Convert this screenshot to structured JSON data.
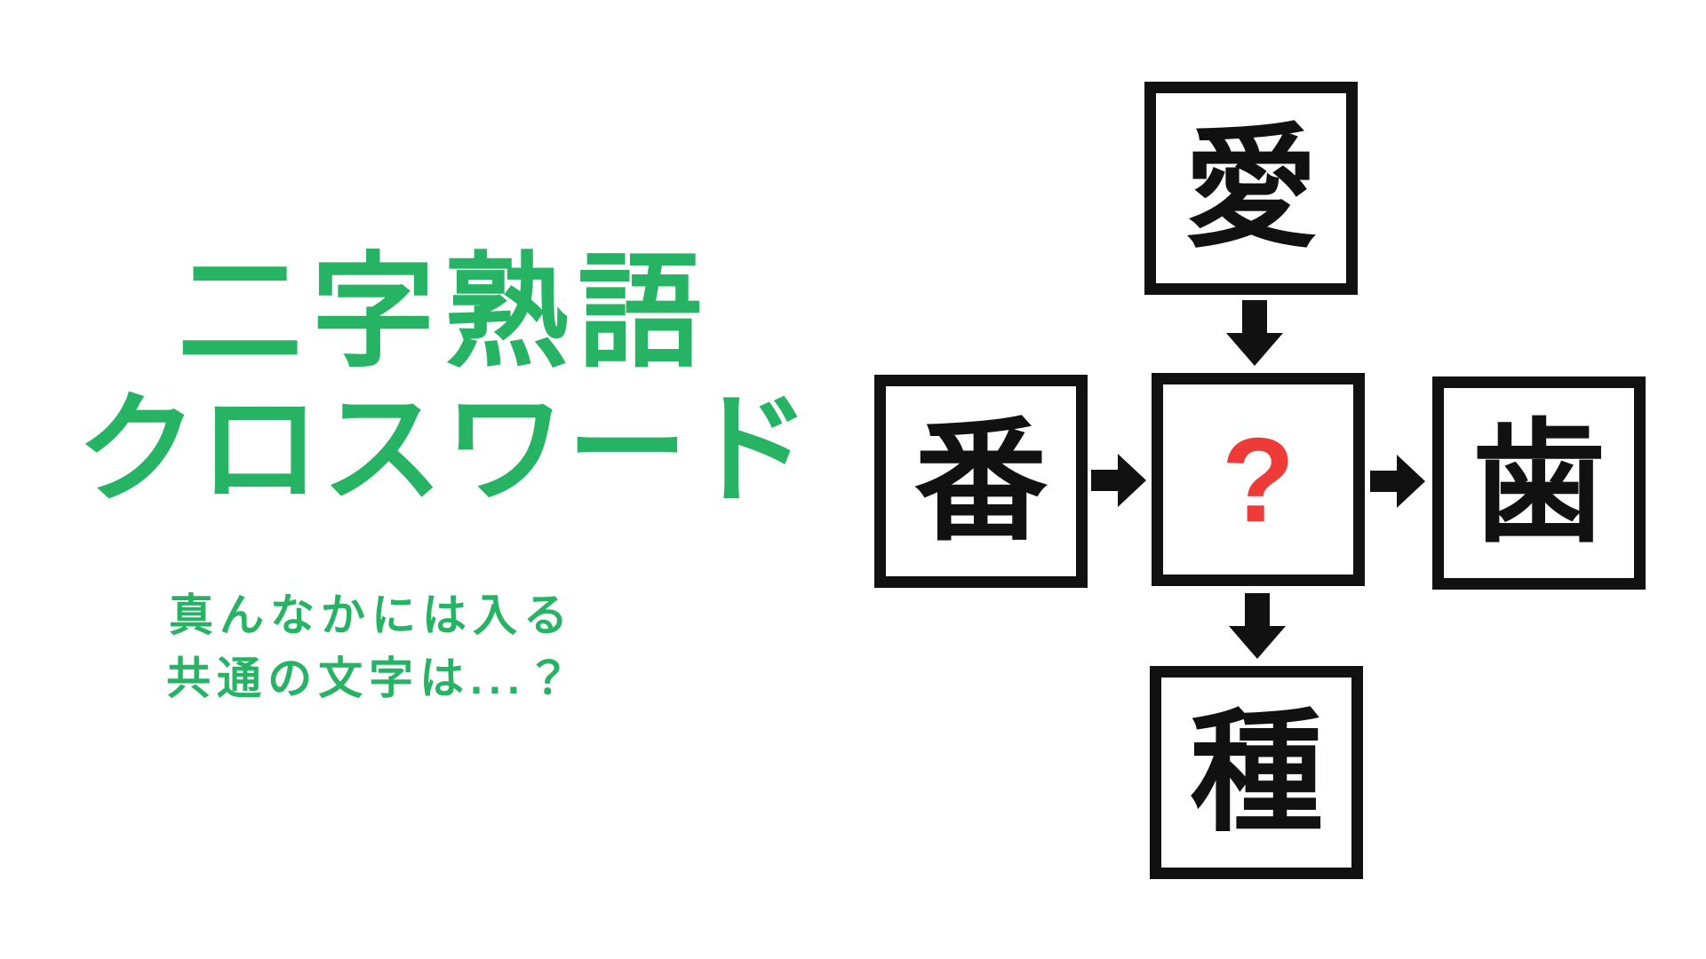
{
  "colors": {
    "background": "#ffffff",
    "accent_green": "#26b464",
    "shadow_green": "#a8e3c1",
    "box_border_black": "#111111",
    "kanji_black": "#111111",
    "question_red": "#ef3b38"
  },
  "title": {
    "line1": "二字熟語",
    "line2": "クロスワード"
  },
  "subtitle": {
    "line1": "真んなかには入る",
    "line2": "共通の文字は...？"
  },
  "puzzle": {
    "top": {
      "char": "愛"
    },
    "left": {
      "char": "番"
    },
    "center": {
      "char": "?"
    },
    "right": {
      "char": "歯"
    },
    "bottom": {
      "char": "種"
    },
    "arrows": [
      "top-to-center",
      "left-to-center",
      "center-to-right",
      "center-to-bottom"
    ]
  }
}
